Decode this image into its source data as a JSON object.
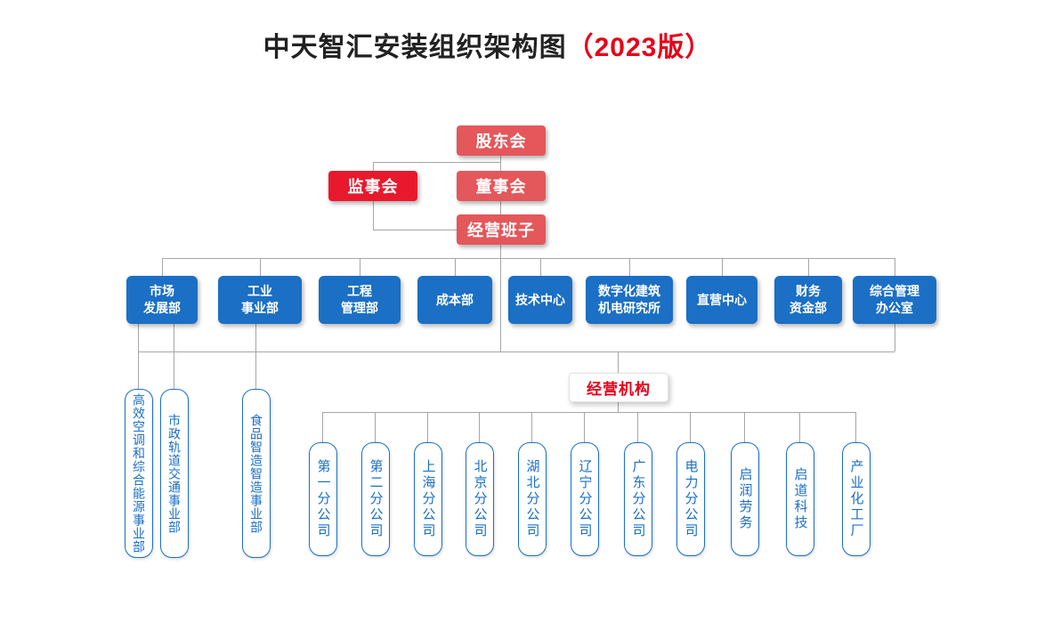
{
  "title": {
    "main": "中天智汇安装组织架构图",
    "version": "（2023版）"
  },
  "governance": {
    "shareholders": "股东会",
    "supervisors": "监事会",
    "board": "董事会",
    "management": "经营班子"
  },
  "departments": [
    {
      "label": "市场\n发展部"
    },
    {
      "label": "工业\n事业部"
    },
    {
      "label": "工程\n管理部"
    },
    {
      "label": "成本部"
    },
    {
      "label": "技术中心"
    },
    {
      "label": "数字化建筑\n机电研究所"
    },
    {
      "label": "直营中心"
    },
    {
      "label": "财务\n资金部"
    },
    {
      "label": "综合管理\n办公室"
    }
  ],
  "department_subsidiaries": [
    {
      "label": "高效空调和综合能源事业部"
    },
    {
      "label": "市政轨道交通事业部"
    },
    {
      "label": "食品智造智造事业部"
    }
  ],
  "business_group": {
    "label": "经营机构"
  },
  "branches": [
    {
      "label": "第一分公司"
    },
    {
      "label": "第二分公司"
    },
    {
      "label": "上海分公司"
    },
    {
      "label": "北京分公司"
    },
    {
      "label": "湖北分公司"
    },
    {
      "label": "辽宁分公司"
    },
    {
      "label": "广东分公司"
    },
    {
      "label": "电力分公司"
    },
    {
      "label": "启润劳务"
    },
    {
      "label": "启道科技"
    },
    {
      "label": "产业化工厂"
    }
  ],
  "colors": {
    "red_box": "#e4575a",
    "supervisor_red": "#e8192c",
    "blue_box": "#1b6fc5",
    "accent_red": "#e60019",
    "line": "#a6a6a6"
  }
}
